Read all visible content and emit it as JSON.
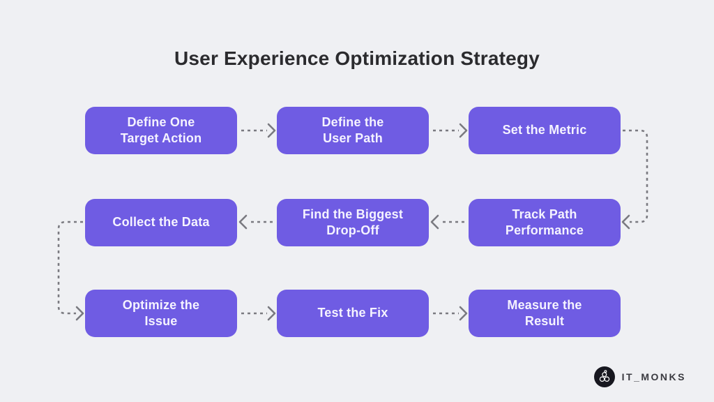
{
  "title": "User Experience Optimization Strategy",
  "colors": {
    "background": "#EFF0F3",
    "box_fill": "#6F5CE3",
    "box_text": "#F5F3FF",
    "connector": "#7A7A80",
    "title_text": "#2B2B2E",
    "logo_text": "#3A3A40",
    "logo_badge": "#17171F"
  },
  "flow": {
    "steps": [
      {
        "label": "Define One\nTarget Action"
      },
      {
        "label": "Define the\nUser Path"
      },
      {
        "label": "Set the Metric"
      },
      {
        "label": "Collect the Data"
      },
      {
        "label": "Find the Biggest\nDrop-Off"
      },
      {
        "label": "Track Path\nPerformance"
      },
      {
        "label": "Optimize the\nIssue"
      },
      {
        "label": "Test the Fix"
      },
      {
        "label": "Measure the\nResult"
      }
    ]
  },
  "logo": {
    "text": "IT_MONKS",
    "icon": "monk-figure-icon"
  }
}
